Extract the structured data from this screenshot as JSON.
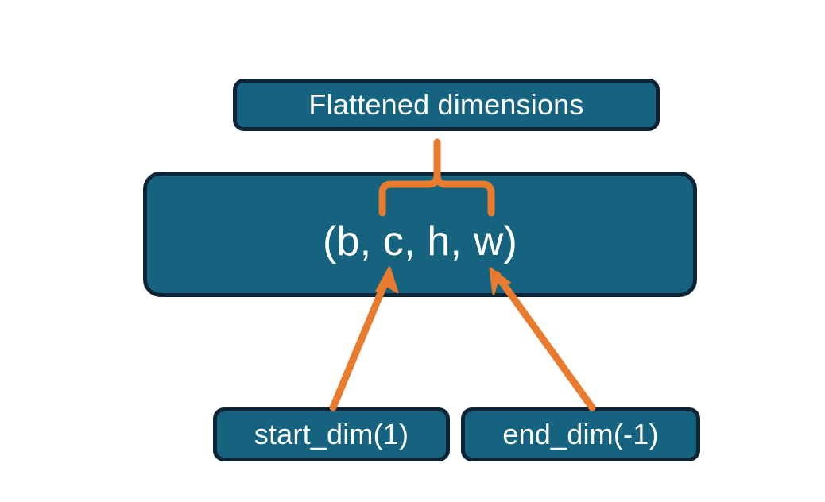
{
  "diagram": {
    "title_box": {
      "label": "Flattened dimensions"
    },
    "shape_box": {
      "label": "(b, c, h, w)"
    },
    "arg_boxes": [
      {
        "label": "start_dim(1)"
      },
      {
        "label": "end_dim(-1)"
      }
    ],
    "connectors": {
      "brace": {
        "name": "curly-brace-connector"
      },
      "arrow_start": {
        "name": "start-dim-arrow"
      },
      "arrow_end": {
        "name": "end-dim-arrow"
      }
    },
    "colors": {
      "box_fill": "#15637F",
      "box_border": "#0D2436",
      "box_text": "#FFFFFF",
      "accent": "#E87B2E",
      "background": "#FFFFFF"
    }
  }
}
